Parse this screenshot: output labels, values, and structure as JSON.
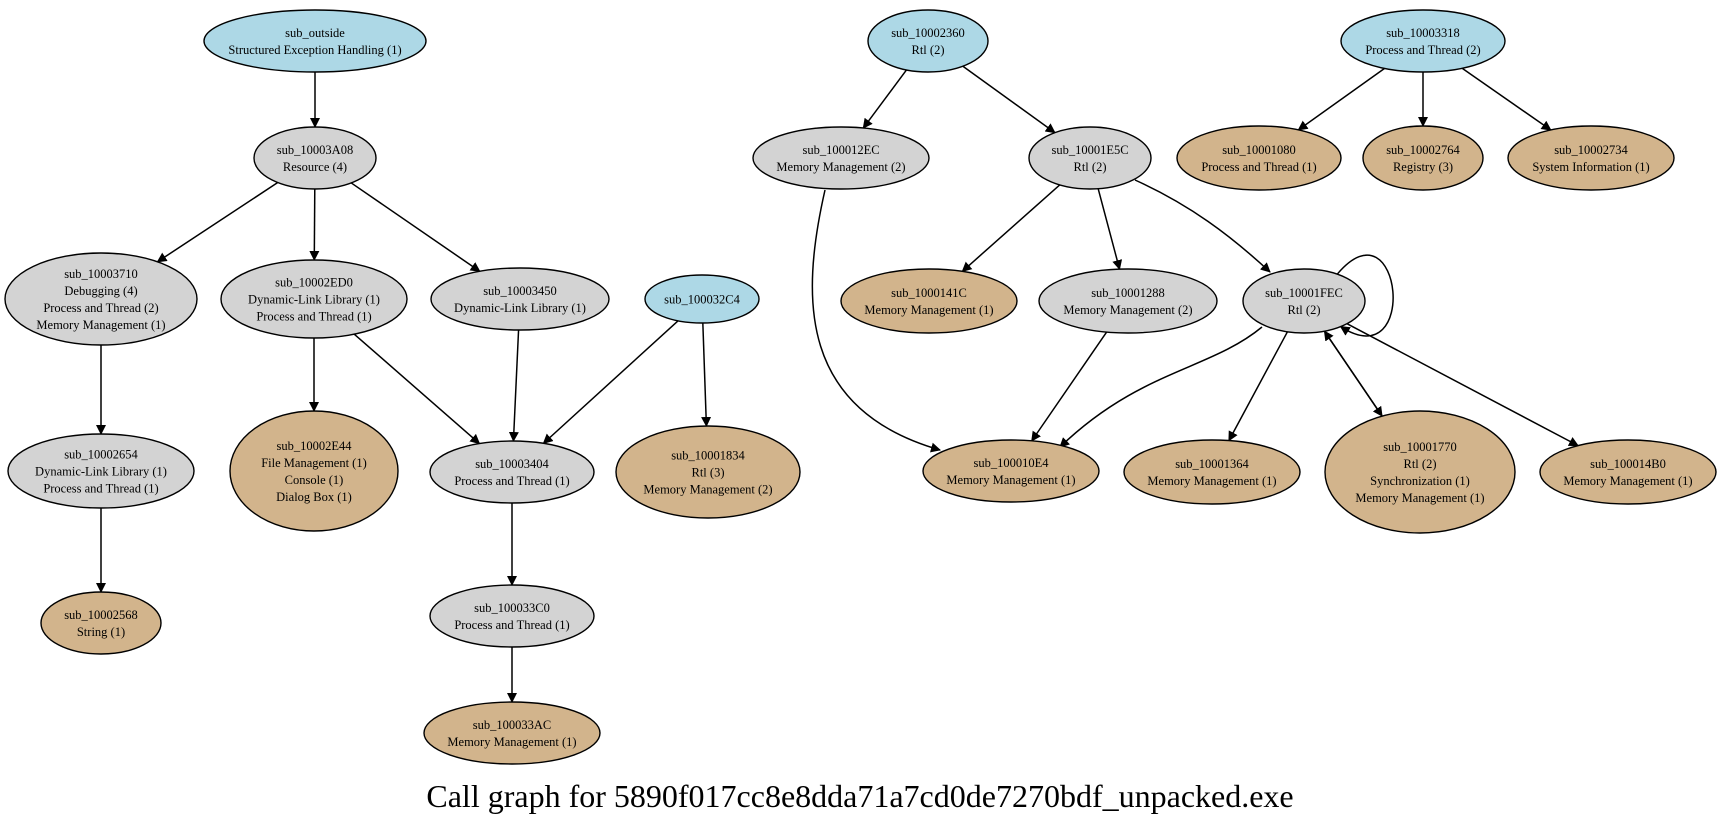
{
  "title": "Call graph for 5890f017cc8e8dda71a7cd0de7270bdf_unpacked.exe",
  "colors": {
    "root": "#add8e6",
    "internal": "#d3d3d3",
    "leaf": "#d2b48c",
    "edge": "#000000"
  },
  "nodes": [
    {
      "id": "sub_outside",
      "kind": "root",
      "lines": [
        "sub_outside",
        "Structured Exception Handling (1)"
      ]
    },
    {
      "id": "sub_10003A08",
      "kind": "internal",
      "lines": [
        "sub_10003A08",
        "Resource (4)"
      ]
    },
    {
      "id": "sub_10003710",
      "kind": "internal",
      "lines": [
        "sub_10003710",
        "Debugging (4)",
        "Process and Thread (2)",
        "Memory Management (1)"
      ]
    },
    {
      "id": "sub_10002ED0",
      "kind": "internal",
      "lines": [
        "sub_10002ED0",
        "Dynamic-Link Library (1)",
        "Process and Thread (1)"
      ]
    },
    {
      "id": "sub_10003450",
      "kind": "internal",
      "lines": [
        "sub_10003450",
        "Dynamic-Link Library (1)"
      ]
    },
    {
      "id": "sub_100032C4",
      "kind": "root",
      "lines": [
        "sub_100032C4"
      ]
    },
    {
      "id": "sub_10002654",
      "kind": "internal",
      "lines": [
        "sub_10002654",
        "Dynamic-Link Library (1)",
        "Process and Thread (1)"
      ]
    },
    {
      "id": "sub_10002E44",
      "kind": "leaf",
      "lines": [
        "sub_10002E44",
        "File Management (1)",
        "Console (1)",
        "Dialog Box (1)"
      ]
    },
    {
      "id": "sub_10003404",
      "kind": "internal",
      "lines": [
        "sub_10003404",
        "Process and Thread (1)"
      ]
    },
    {
      "id": "sub_10001834",
      "kind": "leaf",
      "lines": [
        "sub_10001834",
        "Rtl (3)",
        "Memory Management (2)"
      ]
    },
    {
      "id": "sub_10002568",
      "kind": "leaf",
      "lines": [
        "sub_10002568",
        "String (1)"
      ]
    },
    {
      "id": "sub_100033C0",
      "kind": "internal",
      "lines": [
        "sub_100033C0",
        "Process and Thread (1)"
      ]
    },
    {
      "id": "sub_100033AC",
      "kind": "leaf",
      "lines": [
        "sub_100033AC",
        "Memory Management (1)"
      ]
    },
    {
      "id": "sub_10002360",
      "kind": "root",
      "lines": [
        "sub_10002360",
        "Rtl (2)"
      ]
    },
    {
      "id": "sub_100012EC",
      "kind": "internal",
      "lines": [
        "sub_100012EC",
        "Memory Management (2)"
      ]
    },
    {
      "id": "sub_10001E5C",
      "kind": "internal",
      "lines": [
        "sub_10001E5C",
        "Rtl (2)"
      ]
    },
    {
      "id": "sub_1000141C",
      "kind": "leaf",
      "lines": [
        "sub_1000141C",
        "Memory Management (1)"
      ]
    },
    {
      "id": "sub_10001288",
      "kind": "internal",
      "lines": [
        "sub_10001288",
        "Memory Management (2)"
      ]
    },
    {
      "id": "sub_10001FEC",
      "kind": "internal",
      "lines": [
        "sub_10001FEC",
        "Rtl (2)"
      ]
    },
    {
      "id": "sub_100010E4",
      "kind": "leaf",
      "lines": [
        "sub_100010E4",
        "Memory Management (1)"
      ]
    },
    {
      "id": "sub_10001364",
      "kind": "leaf",
      "lines": [
        "sub_10001364",
        "Memory Management (1)"
      ]
    },
    {
      "id": "sub_10001770",
      "kind": "leaf",
      "lines": [
        "sub_10001770",
        "Rtl (2)",
        "Synchronization (1)",
        "Memory Management (1)"
      ]
    },
    {
      "id": "sub_100014B0",
      "kind": "leaf",
      "lines": [
        "sub_100014B0",
        "Memory Management (1)"
      ]
    },
    {
      "id": "sub_10003318",
      "kind": "root",
      "lines": [
        "sub_10003318",
        "Process and Thread (2)"
      ]
    },
    {
      "id": "sub_10001080",
      "kind": "leaf",
      "lines": [
        "sub_10001080",
        "Process and Thread (1)"
      ]
    },
    {
      "id": "sub_10002764",
      "kind": "leaf",
      "lines": [
        "sub_10002764",
        "Registry (3)"
      ]
    },
    {
      "id": "sub_10002734",
      "kind": "leaf",
      "lines": [
        "sub_10002734",
        "System Information (1)"
      ]
    }
  ],
  "edges": [
    {
      "from": "sub_outside",
      "to": "sub_10003A08"
    },
    {
      "from": "sub_10003A08",
      "to": "sub_10003710"
    },
    {
      "from": "sub_10003A08",
      "to": "sub_10002ED0"
    },
    {
      "from": "sub_10003A08",
      "to": "sub_10003450"
    },
    {
      "from": "sub_10003710",
      "to": "sub_10002654"
    },
    {
      "from": "sub_10002654",
      "to": "sub_10002568"
    },
    {
      "from": "sub_10002ED0",
      "to": "sub_10002E44"
    },
    {
      "from": "sub_10002ED0",
      "to": "sub_10003404"
    },
    {
      "from": "sub_10003450",
      "to": "sub_10003404"
    },
    {
      "from": "sub_100032C4",
      "to": "sub_10003404"
    },
    {
      "from": "sub_100032C4",
      "to": "sub_10001834"
    },
    {
      "from": "sub_10003404",
      "to": "sub_100033C0"
    },
    {
      "from": "sub_100033C0",
      "to": "sub_100033AC"
    },
    {
      "from": "sub_10002360",
      "to": "sub_100012EC"
    },
    {
      "from": "sub_10002360",
      "to": "sub_10001E5C"
    },
    {
      "from": "sub_100012EC",
      "to": "sub_100010E4"
    },
    {
      "from": "sub_10001E5C",
      "to": "sub_1000141C"
    },
    {
      "from": "sub_10001E5C",
      "to": "sub_10001288"
    },
    {
      "from": "sub_10001E5C",
      "to": "sub_10001FEC"
    },
    {
      "from": "sub_10001288",
      "to": "sub_100010E4"
    },
    {
      "from": "sub_10001FEC",
      "to": "sub_10001FEC"
    },
    {
      "from": "sub_10001FEC",
      "to": "sub_100010E4"
    },
    {
      "from": "sub_10001FEC",
      "to": "sub_10001364"
    },
    {
      "from": "sub_10001FEC",
      "to": "sub_10001770"
    },
    {
      "from": "sub_10001770",
      "to": "sub_10001FEC"
    },
    {
      "from": "sub_10001FEC",
      "to": "sub_100014B0"
    },
    {
      "from": "sub_10003318",
      "to": "sub_10001080"
    },
    {
      "from": "sub_10003318",
      "to": "sub_10002764"
    },
    {
      "from": "sub_10003318",
      "to": "sub_10002734"
    }
  ]
}
